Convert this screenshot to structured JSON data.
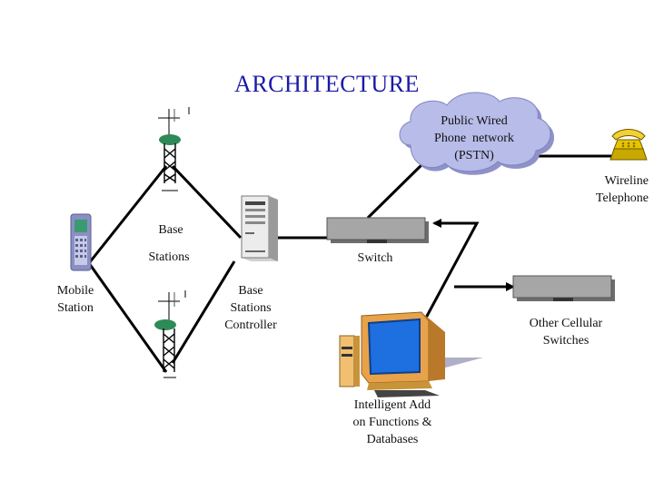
{
  "title": "ARCHITECTURE",
  "labels": {
    "pstn": "Public Wired\nPhone  network\n(PSTN)",
    "wireline_telephone": "Wireline\nTelephone",
    "base_stations_line1": "Base",
    "base_stations_line2": "Stations",
    "switch": "Switch",
    "mobile_station": "Mobile\nStation",
    "base_stations_controller": "Base\nStations\nController",
    "other_cellular_switches": "Other Cellular\nSwitches",
    "intelligent_add_on": "Intelligent Add\non Functions &\nDatabases"
  },
  "icons": {
    "tower_top": "cell-tower-icon",
    "tower_bottom": "cell-tower-icon",
    "mobile_phone": "mobile-phone-icon",
    "bsc_server": "server-icon",
    "switch": "switch-device-icon",
    "other_switch": "switch-device-icon",
    "pstn_cloud": "cloud-icon",
    "telephone": "telephone-icon",
    "computer": "computer-icon"
  },
  "colors": {
    "title": "#1a1aa6",
    "cloud_fill": "#b8bce8",
    "switch_fill": "#a6a6a6",
    "phone_fill": "#e8c400",
    "monitor_screen": "#1e6fe0",
    "computer_body": "#f0c070",
    "tower_green": "#2e8b57"
  }
}
